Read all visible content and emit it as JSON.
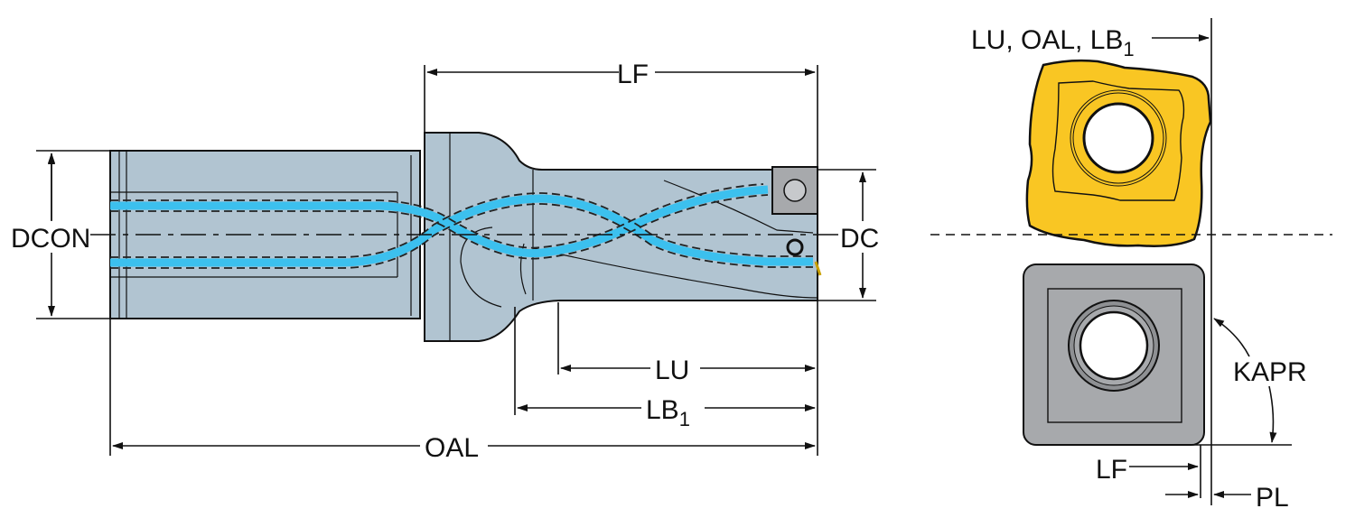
{
  "labels": {
    "dcon": "DCON",
    "lf": "LF",
    "dc": "DC",
    "lu": "LU",
    "lb": "LB",
    "lb_sub": "1",
    "oal": "OAL",
    "insert_ref": "LU, OAL, LB",
    "insert_ref_sub": "1",
    "kapr": "KAPR",
    "insert_lf": "LF",
    "pl": "PL"
  },
  "colors": {
    "tool_body": "#b1c4d1",
    "coolant": "#3cc0ee",
    "insert_peripheral": "#f9c623",
    "insert_central": "#a7a9ac"
  }
}
